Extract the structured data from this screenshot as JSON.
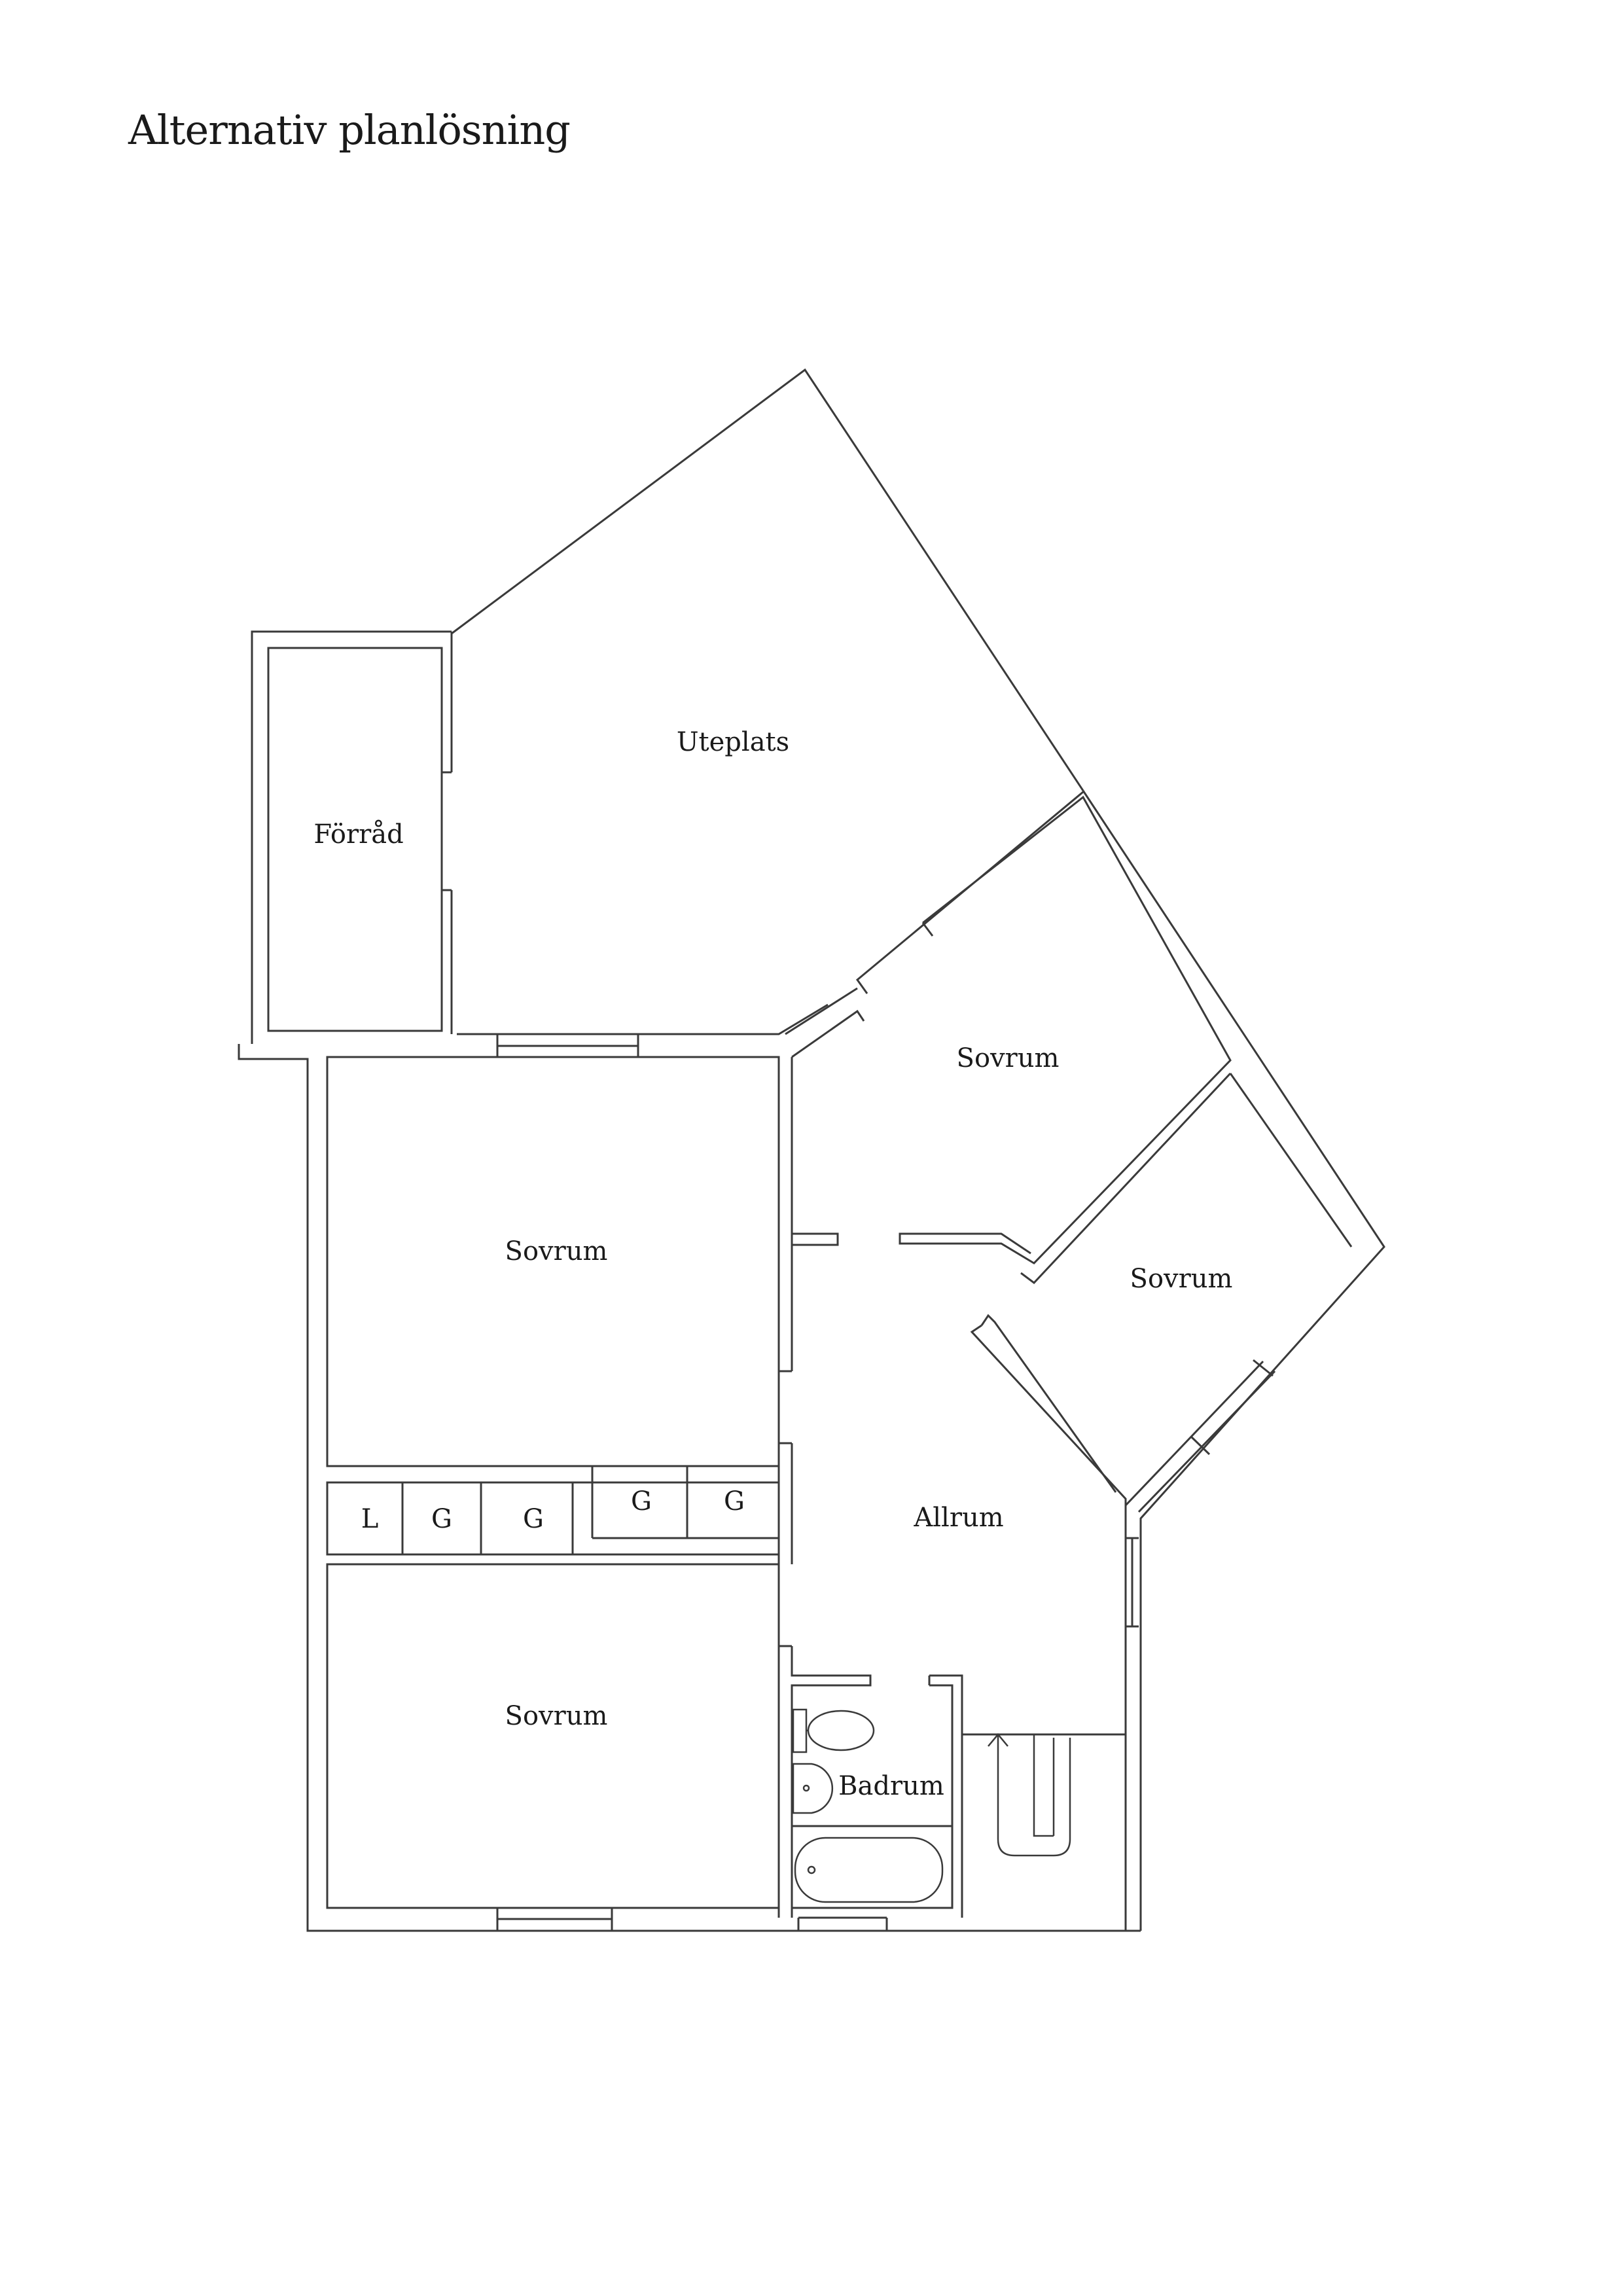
{
  "title": "Alternativ planlösning",
  "rooms": {
    "forrad": "Förråd",
    "uteplats": "Uteplats",
    "sovrum_ne": "Sovrum",
    "sovrum_nw": "Sovrum",
    "sovrum_e": "Sovrum",
    "sovrum_sw": "Sovrum",
    "allrum": "Allrum",
    "badrum": "Badrum"
  },
  "closets": [
    "L",
    "G",
    "G",
    "G",
    "G"
  ],
  "colors": {
    "line": "#3a3a3a",
    "text": "#1a1a1a",
    "background": "#ffffff"
  }
}
